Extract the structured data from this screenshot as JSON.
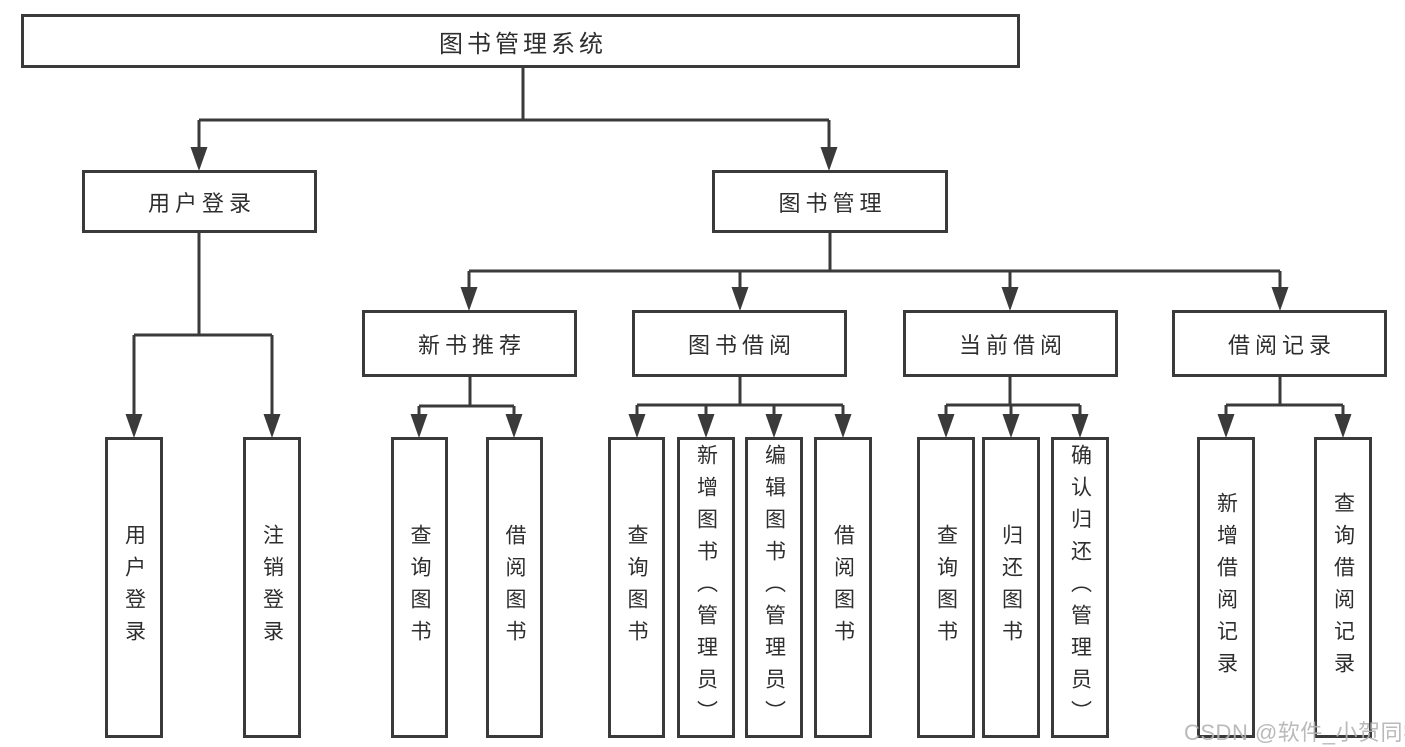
{
  "diagram": {
    "title": "图书管理系统",
    "nodes": {
      "root": {
        "label": "图书管理系统"
      },
      "level2": [
        {
          "label": "用户登录",
          "parent": "图书管理系统"
        },
        {
          "label": "图书管理",
          "parent": "图书管理系统"
        }
      ],
      "level3": [
        {
          "label": "新书推荐",
          "parent": "图书管理"
        },
        {
          "label": "图书借阅",
          "parent": "图书管理"
        },
        {
          "label": "当前借阅",
          "parent": "图书管理"
        },
        {
          "label": "借阅记录",
          "parent": "图书管理"
        }
      ],
      "leaves": [
        {
          "label": "用户登录",
          "parent": "用户登录"
        },
        {
          "label": "注销登录",
          "parent": "用户登录"
        },
        {
          "label": "查询图书",
          "parent": "新书推荐"
        },
        {
          "label": "借阅图书",
          "parent": "新书推荐"
        },
        {
          "label": "查询图书",
          "parent": "图书借阅"
        },
        {
          "label": "新增图书（管理员）",
          "parent": "图书借阅"
        },
        {
          "label": "编辑图书（管理员）",
          "parent": "图书借阅"
        },
        {
          "label": "借阅图书",
          "parent": "图书借阅"
        },
        {
          "label": "查询图书",
          "parent": "当前借阅"
        },
        {
          "label": "归还图书",
          "parent": "当前借阅"
        },
        {
          "label": "确认归还（管理员）",
          "parent": "当前借阅"
        },
        {
          "label": "新增借阅记录",
          "parent": "借阅记录"
        },
        {
          "label": "查询借阅记录",
          "parent": "借阅记录"
        }
      ]
    }
  },
  "watermark": {
    "text": "CSDN @软件_小贺同学"
  },
  "colors": {
    "line": "#3a3a3a",
    "text": "#2e2e2e",
    "watermark": "#b3b3b3",
    "background": "#ffffff"
  }
}
